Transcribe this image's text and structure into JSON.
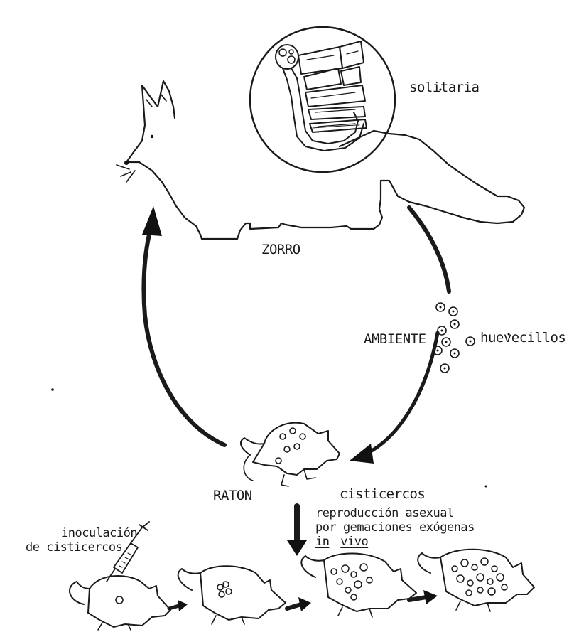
{
  "labels": {
    "solitaria": "solitaria",
    "zorro": "ZORRO",
    "ambiente": "AMBIENTE",
    "huevecillos": "huevecillos",
    "raton": "RATON",
    "cisticercos": "cisticercos",
    "asexual_line1": "reproducción asexual",
    "asexual_line2": "por gemaciones exógenas",
    "in_text": "in",
    "vivo_text": "vivo",
    "inoculacion_line1": "inoculación",
    "inoculacion_line2": "de cisticercos"
  },
  "colors": {
    "ink": "#1a1a1a",
    "paper": "#ffffff"
  },
  "icons": [
    "fox-icon",
    "tapeworm-icon",
    "egg-icon",
    "mouse-icon",
    "syringe-icon",
    "cyst-icon"
  ]
}
